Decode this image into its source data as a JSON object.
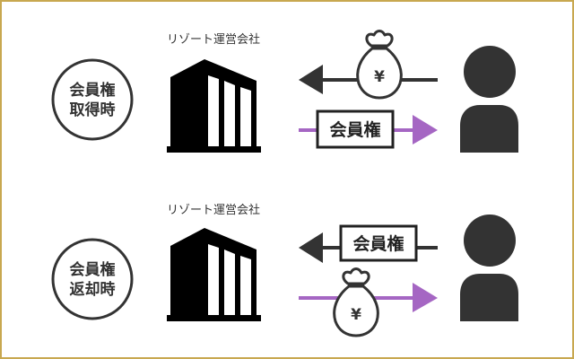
{
  "colors": {
    "border": "#c8a850",
    "dark": "#333333",
    "purple": "#a566c3"
  },
  "sections": [
    {
      "state_line1": "会員権",
      "state_line2": "取得時",
      "company_label": "リゾート運営会社",
      "box_label": "会員権",
      "yen": "¥"
    },
    {
      "state_line1": "会員権",
      "state_line2": "返却時",
      "company_label": "リゾート運営会社",
      "box_label": "会員権",
      "yen": "¥"
    }
  ]
}
